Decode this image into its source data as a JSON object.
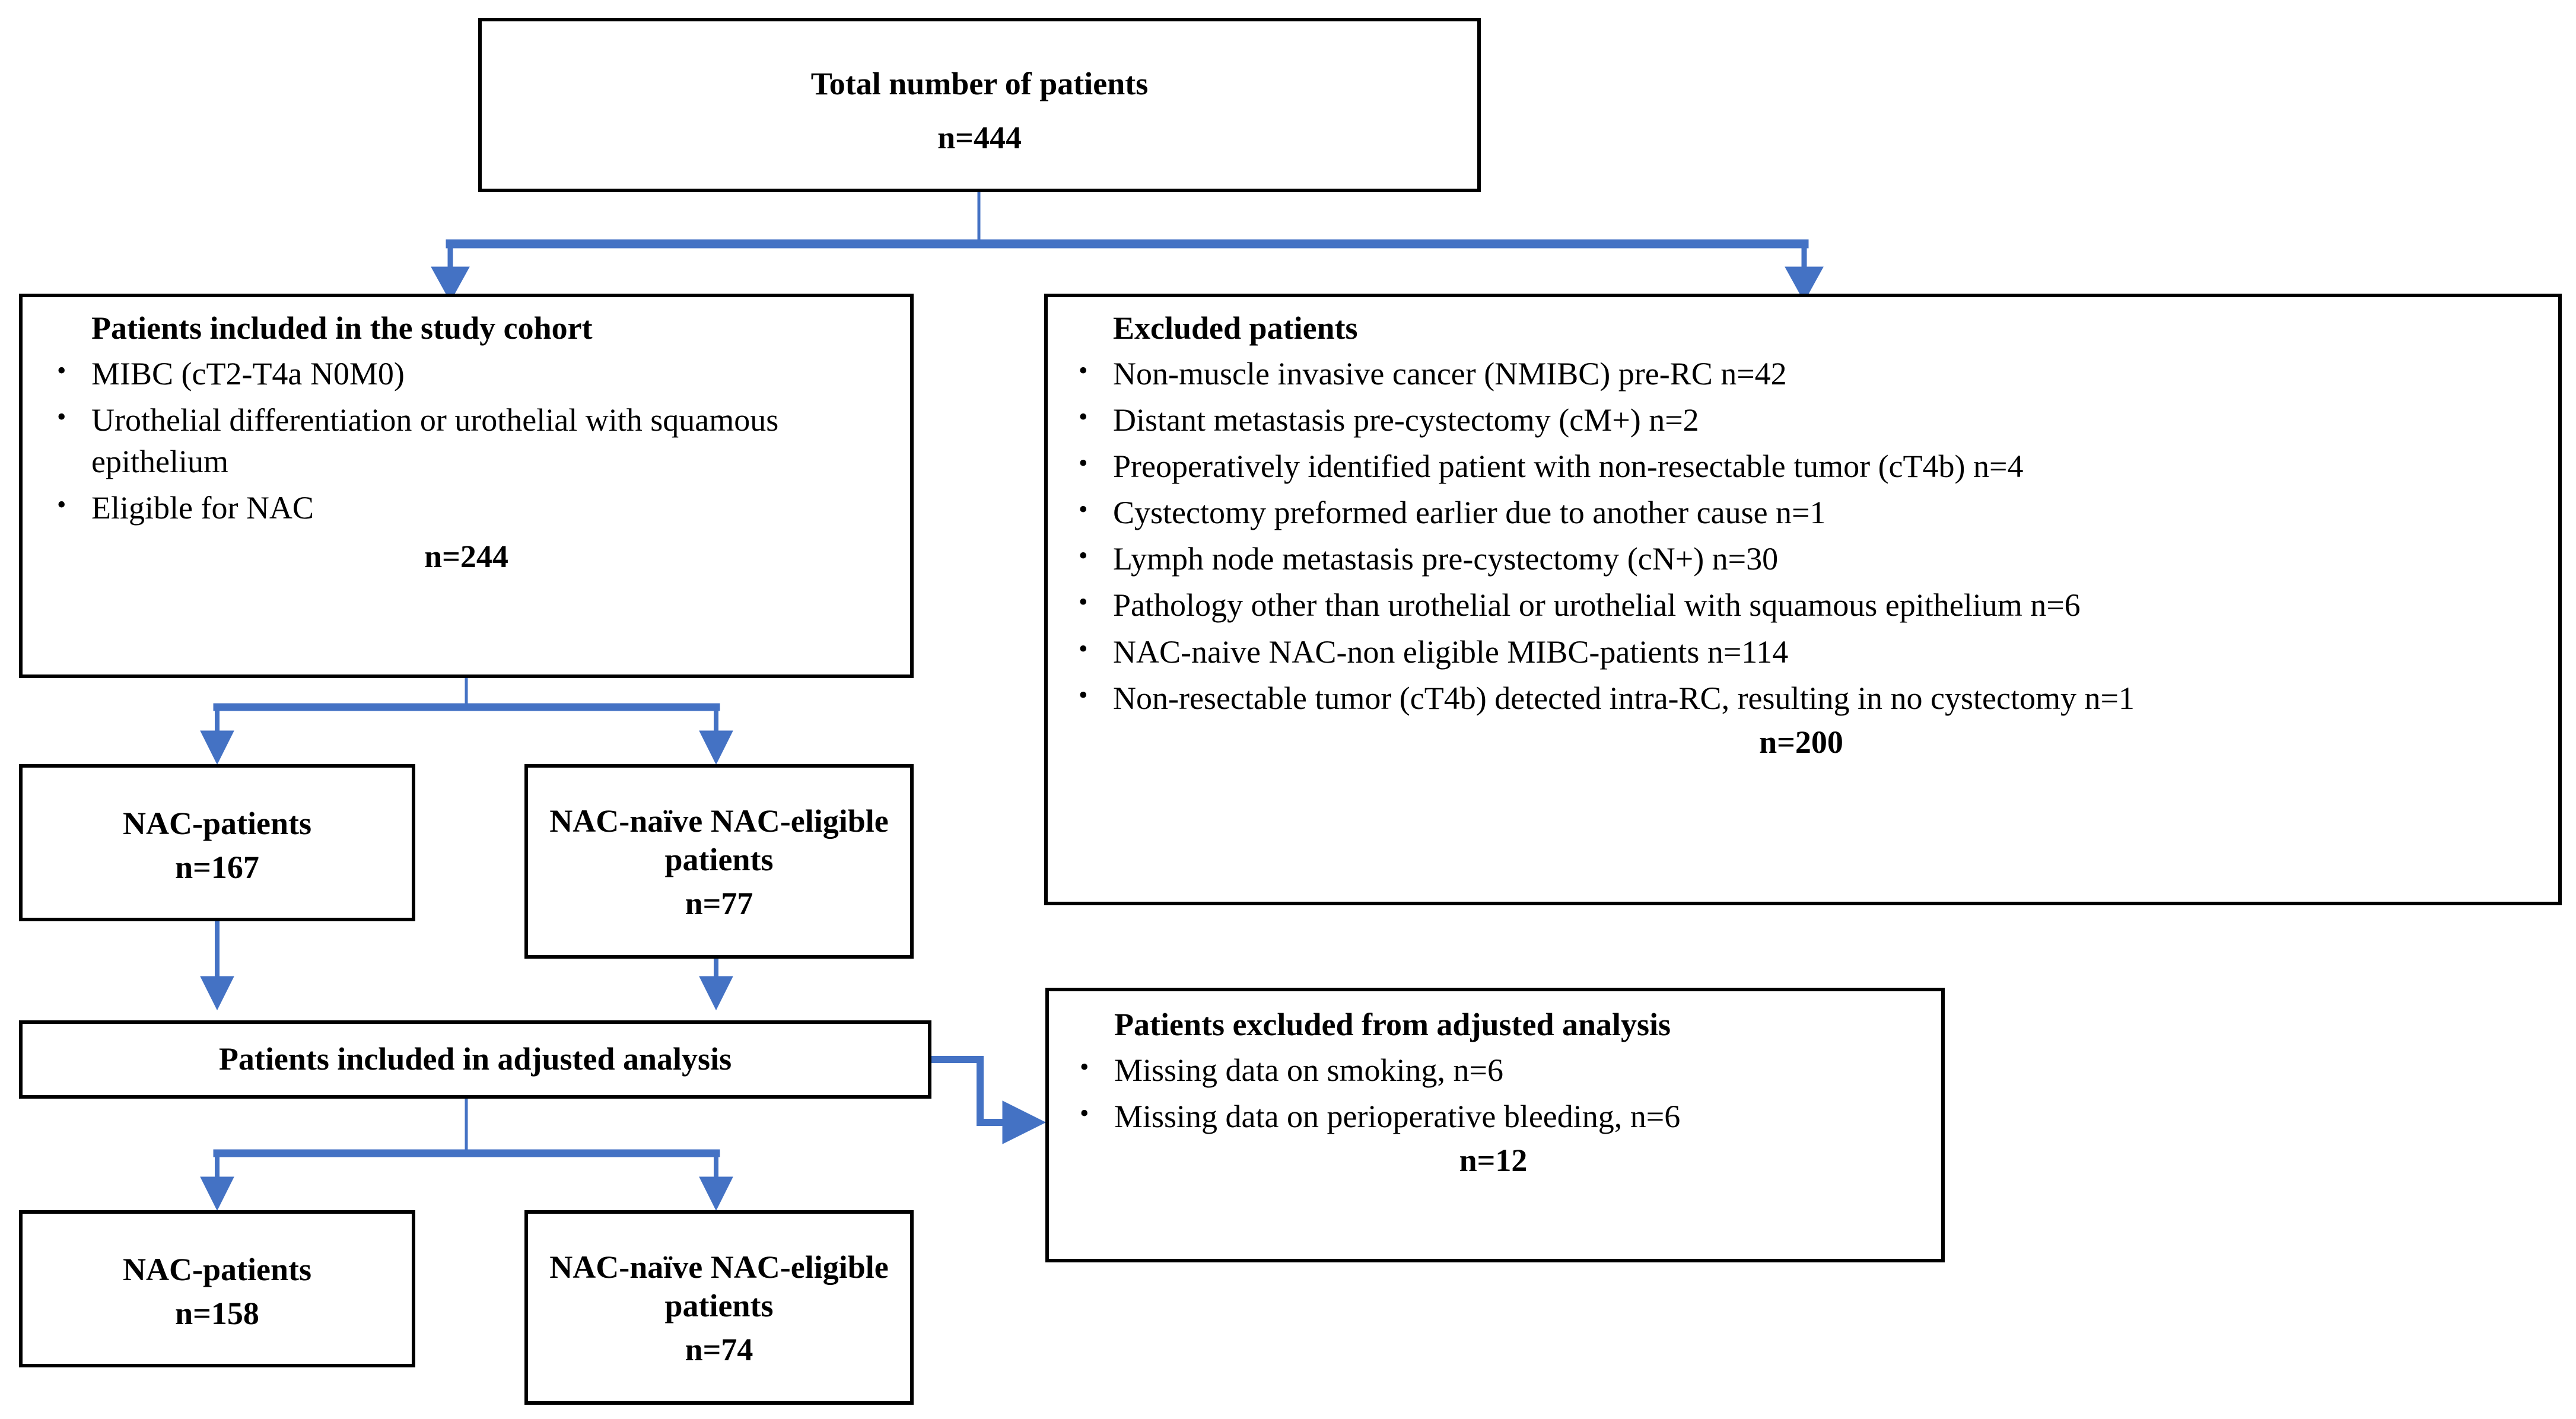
{
  "diagram": {
    "type": "flowchart",
    "accent_color": "#4472C4",
    "border_color": "#000000",
    "background_color": "#FFFFFF"
  },
  "nodes": {
    "total": {
      "title": "Total number of patients",
      "n": "n=444"
    },
    "included": {
      "title": "Patients included in the study cohort",
      "bullets": [
        "MIBC (cT2-T4a N0M0)",
        "Urothelial differentiation or urothelial with squamous epithelium",
        "Eligible for NAC"
      ],
      "n": "n=244"
    },
    "excluded": {
      "title": "Excluded patients",
      "bullets": [
        "Non-muscle invasive cancer (NMIBC) pre-RC n=42",
        "Distant metastasis pre-cystectomy (cM+) n=2",
        "Preoperatively identified patient with non-resectable tumor (cT4b) n=4",
        "Cystectomy preformed earlier due to another cause n=1",
        "Lymph node metastasis pre-cystectomy (cN+) n=30",
        "Pathology other than urothelial or urothelial with squamous epithelium n=6",
        "NAC-naive NAC-non eligible MIBC-patients n=114",
        "Non-resectable tumor (cT4b) detected intra-RC, resulting in no cystectomy n=1"
      ],
      "n": "n=200"
    },
    "nac_top": {
      "title": "NAC-patients",
      "n": "n=167"
    },
    "nac_naive_top": {
      "title": "NAC-naïve NAC-eligible patients",
      "n": "n=77"
    },
    "adjusted": {
      "title": "Patients included in adjusted analysis"
    },
    "excluded_adjusted": {
      "title": "Patients excluded from adjusted analysis",
      "bullets": [
        "Missing data on smoking, n=6",
        "Missing data on perioperative bleeding, n=6"
      ],
      "n": "n=12"
    },
    "nac_bottom": {
      "title": "NAC-patients",
      "n": "n=158"
    },
    "nac_naive_bottom": {
      "title": "NAC-naïve NAC-eligible patients",
      "n": "n=74"
    }
  }
}
